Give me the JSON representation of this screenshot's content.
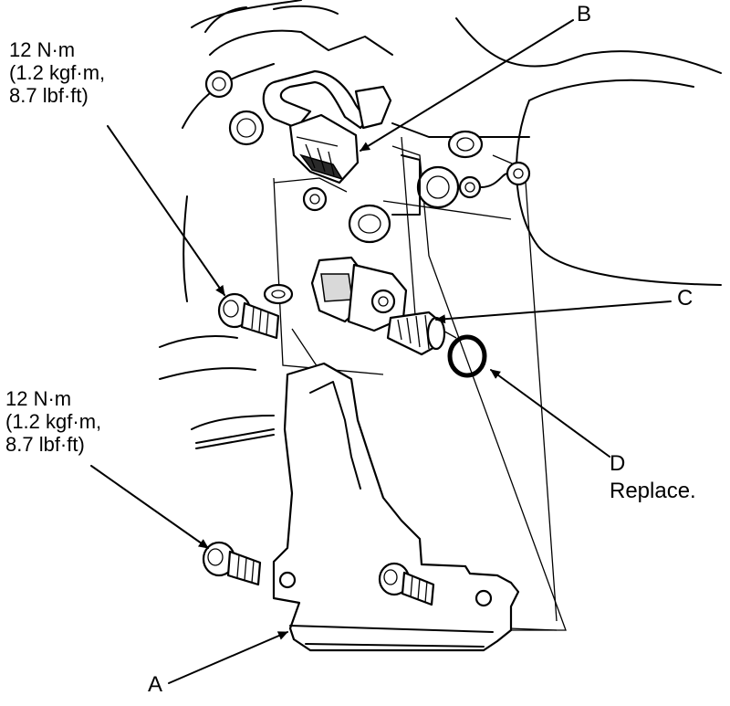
{
  "callouts": {
    "a": "A",
    "b": "B",
    "c": "C",
    "d": "D",
    "d_note": "Replace."
  },
  "torque_upper": {
    "line1": "12 N·m",
    "line2": "(1.2 kgf·m,",
    "line3": "8.7 lbf·ft)"
  },
  "torque_lower": {
    "line1": "12 N·m",
    "line2": "(1.2 kgf·m,",
    "line3": "8.7 lbf·ft)"
  }
}
